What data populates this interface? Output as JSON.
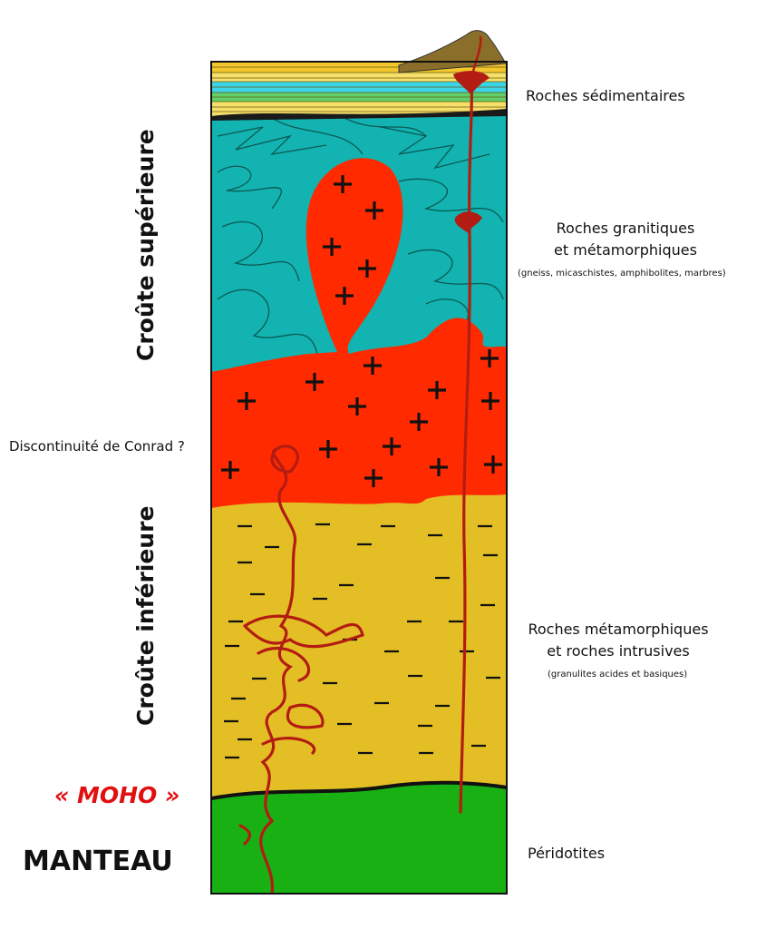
{
  "labels": {
    "sedimentary": "Roches sédimentaires",
    "granitic_line1": "Roches granitiques",
    "granitic_line2": "et métamorphiques",
    "granitic_detail": "(gneiss, micaschistes, amphibolites, marbres)",
    "conrad": "Discontinuité de Conrad ?",
    "metamorphic_line1": "Roches métamorphiques",
    "metamorphic_line2": "et roches intrusives",
    "metamorphic_detail": "(granulites acides et basiques)",
    "moho": "« MOHO »",
    "peridotites": "Péridotites",
    "mantle": "MANTEAU",
    "upper_crust": "Croûte supérieure",
    "lower_crust": "Croûte inférieure"
  },
  "colors": {
    "upper_crust_metamorphic": "#12b3b0",
    "granite": "#ff2a00",
    "lower_crust": "#e3bf25",
    "mantle": "#19b013",
    "magma": "#b31c12",
    "volcano": "#8a6f2a",
    "moho_text": "#e01010"
  }
}
